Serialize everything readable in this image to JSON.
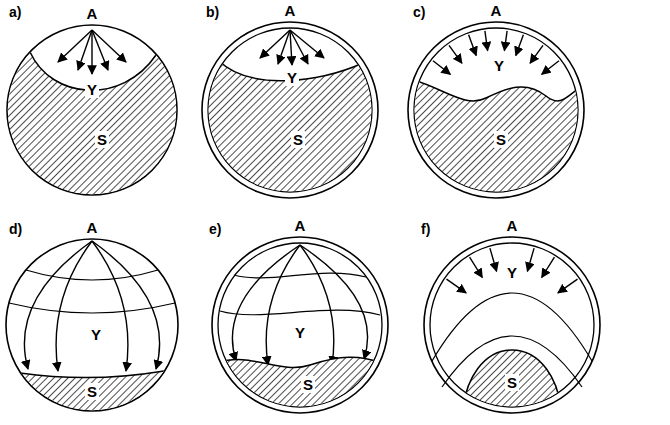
{
  "diagram": {
    "nodes": [
      {
        "text": [
          "A",
          "Y"
        ]
      },
      {
        "text": [
          "S"
        ],
        "in": 0
      },
      {
        "text": [
          "A",
          "Y"
        ]
      },
      {
        "text": [
          "S"
        ],
        "in": 2
      },
      {
        "text": [
          "A",
          "Y"
        ]
      },
      {
        "text": [
          "S"
        ],
        "in": 4
      },
      {
        "text": [
          "A",
          "Y"
        ]
      },
      {
        "text": [
          "S"
        ],
        "in": 6
      },
      {
        "text": [
          "A",
          "Y"
        ]
      },
      {
        "text": [
          "S"
        ],
        "in": 8
      },
      {
        "text": [
          "A",
          "Y"
        ]
      },
      {
        "text": [
          "S"
        ],
        "in": 10
      }
    ],
    "labels": [
      "a)",
      "b)",
      "c)",
      "d)",
      "e)",
      "f)"
    ]
  }
}
